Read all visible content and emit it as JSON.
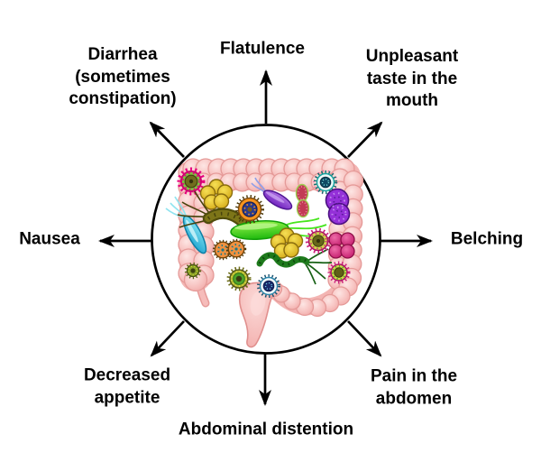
{
  "figure": {
    "kind": "radial symptom diagram",
    "symptoms": {
      "top": "Flatulence",
      "top_right": "Unpleasant\ntaste in the\nmouth",
      "right": "Belching",
      "bottom_right": "Pain in the\nabdomen",
      "bottom": "Abdominal distention",
      "bottom_left": "Decreased\nappetite",
      "left": "Nausea",
      "top_left": "Diarrhea\n(sometimes\nconstipation)"
    },
    "illustration": {
      "subject": "large-intestine-with-microbes",
      "microbe_icons": [
        "virus-icon",
        "rod-bacteria-icon",
        "cocci-cluster-icon",
        "diplococcus-icon",
        "spiral-bacteria-icon",
        "flagellated-bacteria-icon"
      ]
    },
    "colors": {
      "background": "#ffffff",
      "text": "#000000",
      "line": "#000000",
      "colon_fill": "#f8c6c4",
      "colon_outline": "#e59a98"
    }
  }
}
